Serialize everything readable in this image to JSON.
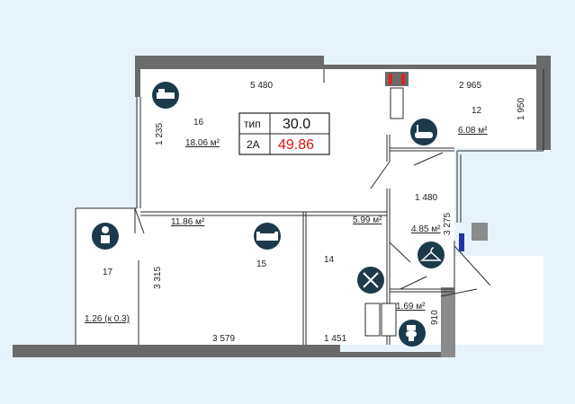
{
  "plan_type_box": {
    "type_label": "тип",
    "type_code": "2A",
    "area_small": "30.0",
    "area_total": "49.86",
    "accent_color": "#dd1111"
  },
  "dimensions": {
    "top_left": "5 480",
    "top_right": "2 965",
    "right_vertical": "1 950",
    "left_vertical": "1 235",
    "middle_1480": "1 480",
    "right_3275": "3 275",
    "left_3315": "3 315",
    "bottom_3579": "3 579",
    "bottom_1451": "1 451",
    "bath_910": "910"
  },
  "rooms": [
    {
      "id": "r16",
      "number": "16",
      "area": "18.06 м²",
      "icon": "bed-icon"
    },
    {
      "id": "r12",
      "number": "12",
      "area": "6.08 м²",
      "icon": "bath-icon"
    },
    {
      "id": "r15",
      "number": "15",
      "area": "11.86 м²",
      "icon": "sofa-icon"
    },
    {
      "id": "r14",
      "number": "14",
      "area": "5.99 м²",
      "icon": "dining-icon"
    },
    {
      "id": "r13",
      "number": "",
      "area": "4.85 м²",
      "icon": "hanger-icon"
    },
    {
      "id": "r17",
      "number": "17",
      "area": "1.26 (к 0.3)",
      "icon": "plant-icon"
    },
    {
      "id": "r18",
      "number": "",
      "area": "1.69 м²",
      "icon": "toilet-icon"
    }
  ],
  "colors": {
    "wall": "#6a6a6a",
    "line": "#2b2b2b",
    "icon_bg": "#1d3a4a",
    "background": "#e6f3fb"
  }
}
